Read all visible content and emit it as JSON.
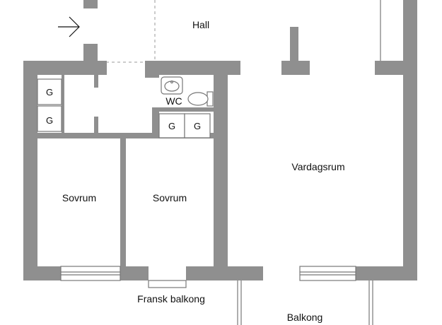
{
  "floor_plan": {
    "rooms": {
      "hall": "Hall",
      "bedroom_left": "Sovrum",
      "bedroom_right": "Sovrum",
      "living_room": "Vardagsrum",
      "wc": "WC",
      "french_balcony": "Fransk balkong",
      "balcony": "Balkong"
    },
    "wardrobe_label": "G",
    "entrance_icon": "arrow-right-icon",
    "colors": {
      "wall": "#8f8f8f",
      "lines": "#777777",
      "background": "#ffffff"
    }
  }
}
